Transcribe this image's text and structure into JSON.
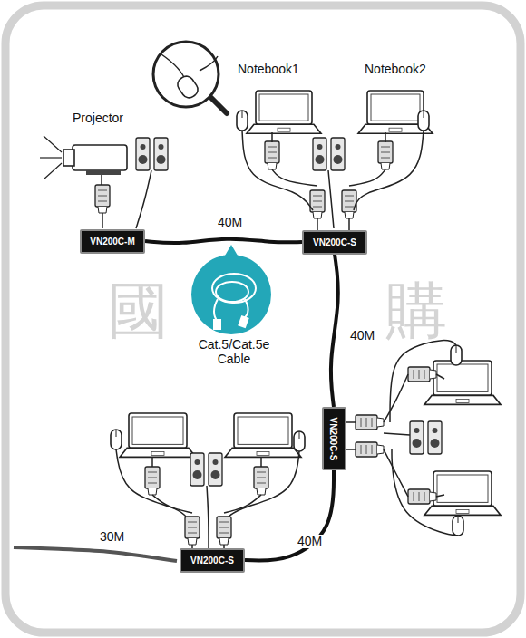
{
  "diagram": {
    "nodes": [
      {
        "text": [
          "VN200C-M"
        ]
      },
      {
        "text": [
          "VN200C-S"
        ]
      },
      {
        "text": [
          "VN200C-S"
        ]
      },
      {
        "text": [
          "VN200C-S"
        ]
      }
    ],
    "edges": [
      {
        "from": 0,
        "to": 1,
        "arrow": "none",
        "label": "40M"
      },
      {
        "from": 1,
        "to": 2,
        "arrow": "none",
        "label": "40M"
      },
      {
        "from": 2,
        "to": 3,
        "arrow": "none",
        "label": "40M"
      }
    ],
    "labels": [
      "Projector",
      "Notebook1",
      "Notebook2",
      "國",
      "購",
      "Cat.5/Cat.5e Cable",
      "30M"
    ]
  }
}
